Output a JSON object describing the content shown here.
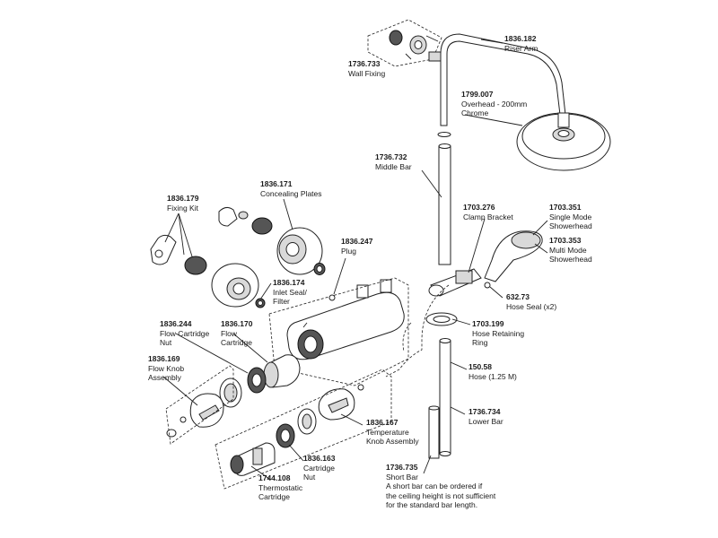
{
  "labels": {
    "wall_fixing": {
      "code": "1736.733",
      "desc": [
        "Wall Fixing"
      ]
    },
    "riser_arm": {
      "code": "1836.182",
      "desc": [
        "Riser Arm"
      ]
    },
    "overhead": {
      "code": "1799.007",
      "desc": [
        "Overhead - 200mm",
        "Chrome"
      ]
    },
    "middle_bar": {
      "code": "1736.732",
      "desc": [
        "Middle Bar"
      ]
    },
    "concealing_plates": {
      "code": "1836.171",
      "desc": [
        "Concealing Plates"
      ]
    },
    "fixing_kit": {
      "code": "1836.179",
      "desc": [
        "Fixing Kit"
      ]
    },
    "plug": {
      "code": "1836.247",
      "desc": [
        "Plug"
      ]
    },
    "inlet_seal": {
      "code": "1836.174",
      "desc": [
        "Inlet Seal/",
        "Filter"
      ]
    },
    "clamp_bracket": {
      "code": "1703.276",
      "desc": [
        "Clamp Bracket"
      ]
    },
    "single_mode": {
      "code": "1703.351",
      "desc": [
        "Single Mode",
        "Showerhead"
      ]
    },
    "multi_mode": {
      "code": "1703.353",
      "desc": [
        "Multi Mode",
        "Showerhead"
      ]
    },
    "hose_seal": {
      "code": "632.73",
      "desc": [
        "Hose Seal (x2)"
      ]
    },
    "flow_cartridge_nut": {
      "code": "1836.244",
      "desc": [
        "Flow Cartridge",
        "Nut"
      ]
    },
    "flow_cartridge": {
      "code": "1836.170",
      "desc": [
        "Flow",
        "Cartridge"
      ]
    },
    "hose_retaining_ring": {
      "code": "1703.199",
      "desc": [
        "Hose Retaining",
        "Ring"
      ]
    },
    "flow_knob": {
      "code": "1836.169",
      "desc": [
        "Flow Knob",
        "Assembly"
      ]
    },
    "hose": {
      "code": "150.58",
      "desc": [
        "Hose (1.25 M)"
      ]
    },
    "lower_bar": {
      "code": "1736.734",
      "desc": [
        "Lower Bar"
      ]
    },
    "temperature_knob": {
      "code": "1836.167",
      "desc": [
        "Temperature",
        "Knob Assembly"
      ]
    },
    "cartridge_nut": {
      "code": "1836.163",
      "desc": [
        "Cartridge",
        "Nut"
      ]
    },
    "thermostatic_cartridge": {
      "code": "1744.108",
      "desc": [
        "Thermostatic",
        "Cartridge"
      ]
    },
    "short_bar": {
      "code": "1736.735",
      "desc": [
        "Short Bar",
        "A short bar can be ordered if",
        "the ceiling height is not sufficient",
        "for the standard bar length."
      ]
    }
  }
}
